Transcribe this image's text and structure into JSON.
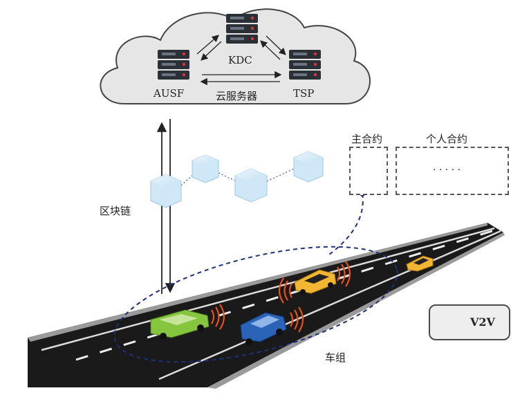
{
  "cloud": {
    "servers": {
      "ausf": "AUSF",
      "kdc": "KDC",
      "tsp": "TSP"
    },
    "caption": "云服务器"
  },
  "blockchain_label": "区块链",
  "contracts": {
    "main_label": "主合约",
    "personal_label": "个人合约",
    "ellipsis": "· · · · ·"
  },
  "vehicle_group_label": "车组",
  "legend": {
    "v2v_label": "V2V"
  },
  "colors": {
    "cloud_fill": "#e6e6e6",
    "server_dark": "#2b2f36",
    "road": "#1a1a1a",
    "green_car": "#86c63f",
    "blue_car": "#2a63b8",
    "yellow_car": "#f2b632",
    "signal_orange": "#e8501c",
    "dashed_blue": "#1f2f7a",
    "block_fill": "#cfe7f7"
  }
}
